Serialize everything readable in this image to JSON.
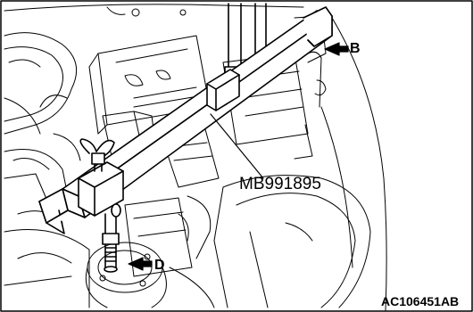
{
  "figure": {
    "tool_number": "MB991895",
    "callout_b": "B",
    "callout_d": "D",
    "figure_code": "AC106451AB"
  },
  "colors": {
    "line": "#000000",
    "background": "#ffffff"
  }
}
